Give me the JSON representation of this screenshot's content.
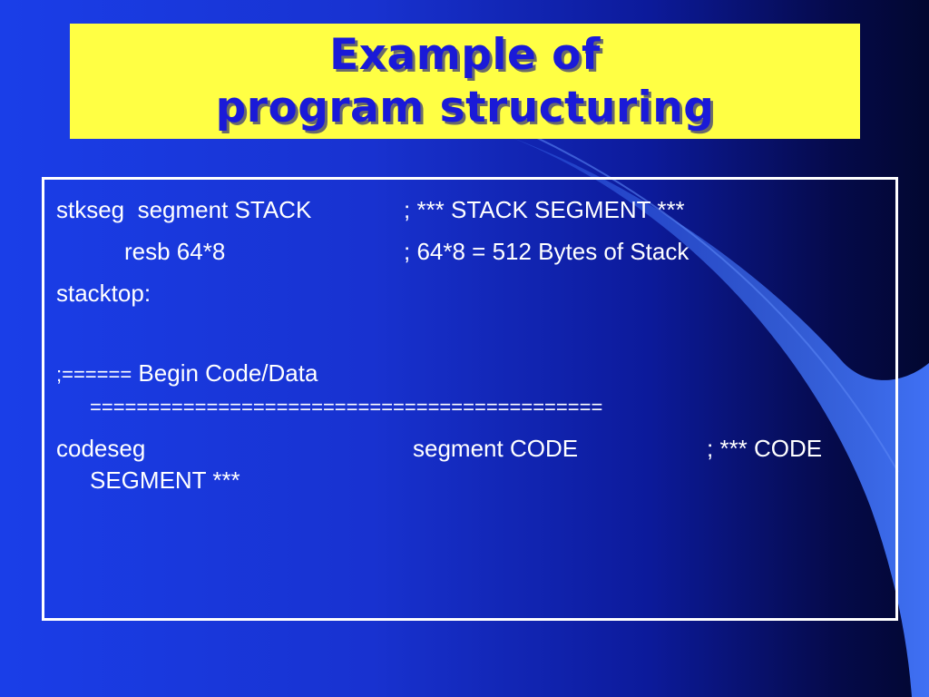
{
  "title": {
    "line1": "Example of",
    "line2": "program structuring"
  },
  "code": {
    "line1_a": "stkseg  segment STACK",
    "line1_b": "; *** STACK SEGMENT ***",
    "line2_a": "resb 64*8",
    "line2_b": "; 64*8 = 512 Bytes of Stack",
    "line3": "stacktop:",
    "line4_a": ";======",
    "line4_b": " Begin Code/Data",
    "line5": "============================================",
    "line6_a": "codeseg",
    "line6_b": "segment CODE",
    "line6_c": "; *** CODE",
    "line7": "SEGMENT ***"
  },
  "colors": {
    "title_background": "#ffff44",
    "title_text": "#1a1ad8",
    "slide_background": "#1a3ee8",
    "content_text": "#ffffff",
    "content_border": "#ffffff"
  }
}
